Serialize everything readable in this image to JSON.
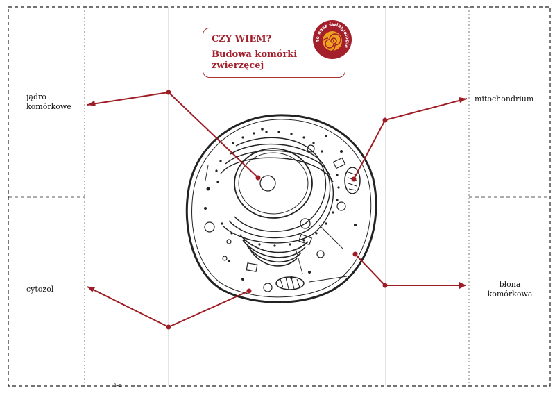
{
  "title": {
    "question": "CZY WIEM?",
    "main_line1": "Budowa komórki",
    "main_line2": "zwierzęcej"
  },
  "logo": {
    "text_top": "to nasz świat",
    "text_side": "biologia",
    "icon": "spiral-logo-icon"
  },
  "labels": {
    "jadro_line1": "jądro",
    "jadro_line2": "komórkowe",
    "cytozol": "cytozol",
    "mitochondrium": "mitochondrium",
    "blona_line1": "błona",
    "blona_line2": "komórkowa"
  },
  "scissors_icon": "scissors-icon",
  "colors": {
    "accent": "#a31f2b",
    "pointer": "#9e1c24",
    "logo_orange": "#f0a020",
    "line_dark": "#333333"
  }
}
